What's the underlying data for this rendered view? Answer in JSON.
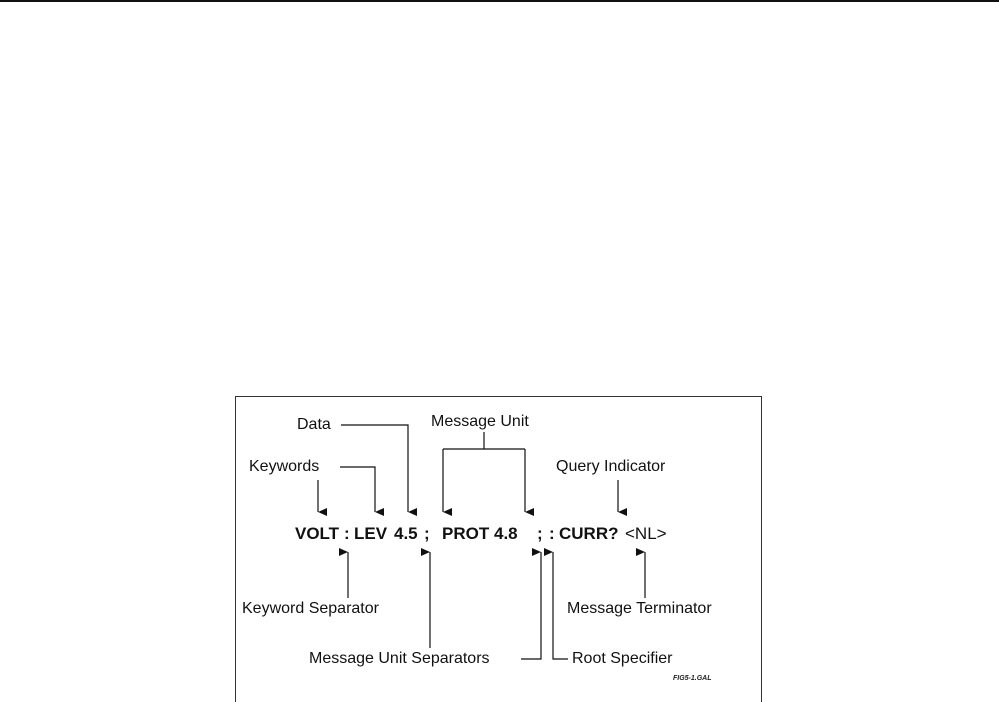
{
  "diagram": {
    "labels": {
      "data": "Data",
      "message_unit": "Message Unit",
      "keywords": "Keywords",
      "query_indicator": "Query Indicator",
      "keyword_separator": "Keyword Separator",
      "message_terminator": "Message Terminator",
      "message_unit_separators": "Message Unit Separators",
      "root_specifier": "Root Specifier"
    },
    "command": {
      "volt": "VOLT",
      "colon1": ":",
      "lev": "LEV",
      "value1": "4.5",
      "semi1": ";",
      "prot": "PROT",
      "value2": "4.8",
      "semi2": ";",
      "colon2": ":",
      "curr": "CURR?",
      "terminator": "<NL>"
    },
    "figure_tag": "FIG5-1.GAL"
  }
}
